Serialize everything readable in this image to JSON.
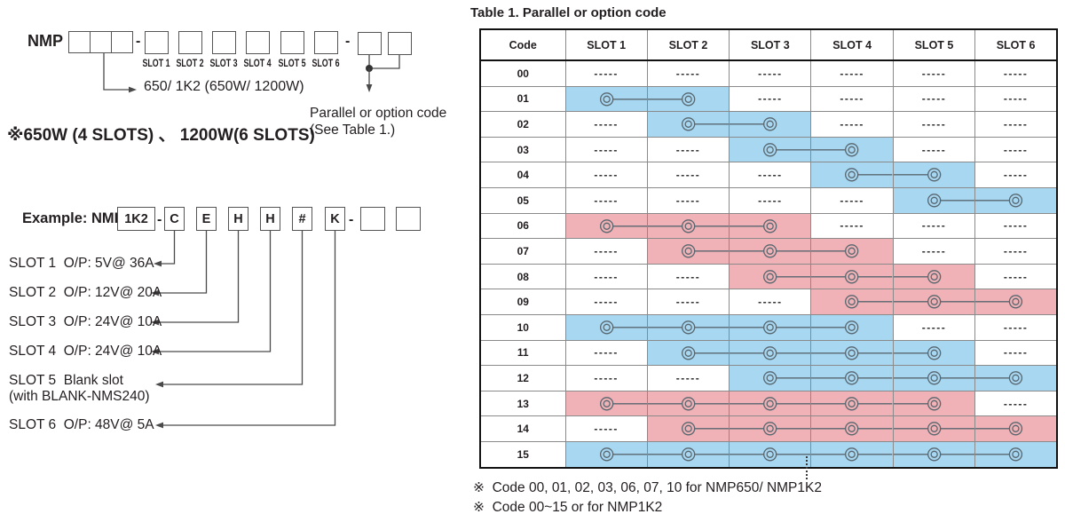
{
  "left": {
    "nmp_label": "NMP",
    "dash": "-",
    "slot_labels": [
      "SLOT 1",
      "SLOT 2",
      "SLOT 3",
      "SLOT 4",
      "SLOT 5",
      "SLOT 6"
    ],
    "power_label": "650/ 1K2 (650W/ 1200W)",
    "watt_note": "※650W (4 SLOTS) 、 1200W(6 SLOTS)",
    "parallel_note_line1": "Parallel or option code",
    "parallel_note_line2": "(See Table 1.)",
    "example": {
      "label": "Example: NMP",
      "model_code": "1K2",
      "slot_codes": [
        "C",
        "E",
        "H",
        "H",
        "#",
        "K"
      ],
      "specs": [
        "SLOT 1  O/P: 5V@ 36A",
        "SLOT 2  O/P: 12V@ 20A",
        "SLOT 3  O/P: 24V@ 10A",
        "SLOT 4  O/P: 24V@ 10A",
        "SLOT 5  Blank slot",
        "(with BLANK-NMS240)",
        "SLOT 6  O/P: 48V@ 5A"
      ]
    }
  },
  "table": {
    "title": "Table 1. Parallel or option code",
    "headers": [
      "Code",
      "SLOT 1",
      "SLOT 2",
      "SLOT 3",
      "SLOT 4",
      "SLOT 5",
      "SLOT 6"
    ],
    "dash": "-----",
    "colors": {
      "blue": "#a8d7f2",
      "pink": "#f0b2b6"
    },
    "rows": [
      {
        "code": "00",
        "start": 0,
        "end": 0,
        "color": ""
      },
      {
        "code": "01",
        "start": 1,
        "end": 2,
        "color": "blue"
      },
      {
        "code": "02",
        "start": 2,
        "end": 3,
        "color": "blue"
      },
      {
        "code": "03",
        "start": 3,
        "end": 4,
        "color": "blue"
      },
      {
        "code": "04",
        "start": 4,
        "end": 5,
        "color": "blue"
      },
      {
        "code": "05",
        "start": 5,
        "end": 6,
        "color": "blue"
      },
      {
        "code": "06",
        "start": 1,
        "end": 3,
        "color": "pink",
        "group_start": true
      },
      {
        "code": "07",
        "start": 2,
        "end": 4,
        "color": "pink"
      },
      {
        "code": "08",
        "start": 3,
        "end": 5,
        "color": "pink"
      },
      {
        "code": "09",
        "start": 4,
        "end": 6,
        "color": "pink"
      },
      {
        "code": "10",
        "start": 1,
        "end": 4,
        "color": "blue",
        "group_start": true
      },
      {
        "code": "11",
        "start": 2,
        "end": 5,
        "color": "blue"
      },
      {
        "code": "12",
        "start": 3,
        "end": 6,
        "color": "blue"
      },
      {
        "code": "13",
        "start": 1,
        "end": 5,
        "color": "pink",
        "group_start": true
      },
      {
        "code": "14",
        "start": 2,
        "end": 6,
        "color": "pink"
      },
      {
        "code": "15",
        "start": 1,
        "end": 6,
        "color": "blue",
        "group_start": true
      }
    ],
    "notes": [
      "※  Code 00, 01, 02, 03, 06, 07, 10 for NMP650/ NMP1K2",
      "※  Code 00~15 or for NMP1K2"
    ]
  }
}
